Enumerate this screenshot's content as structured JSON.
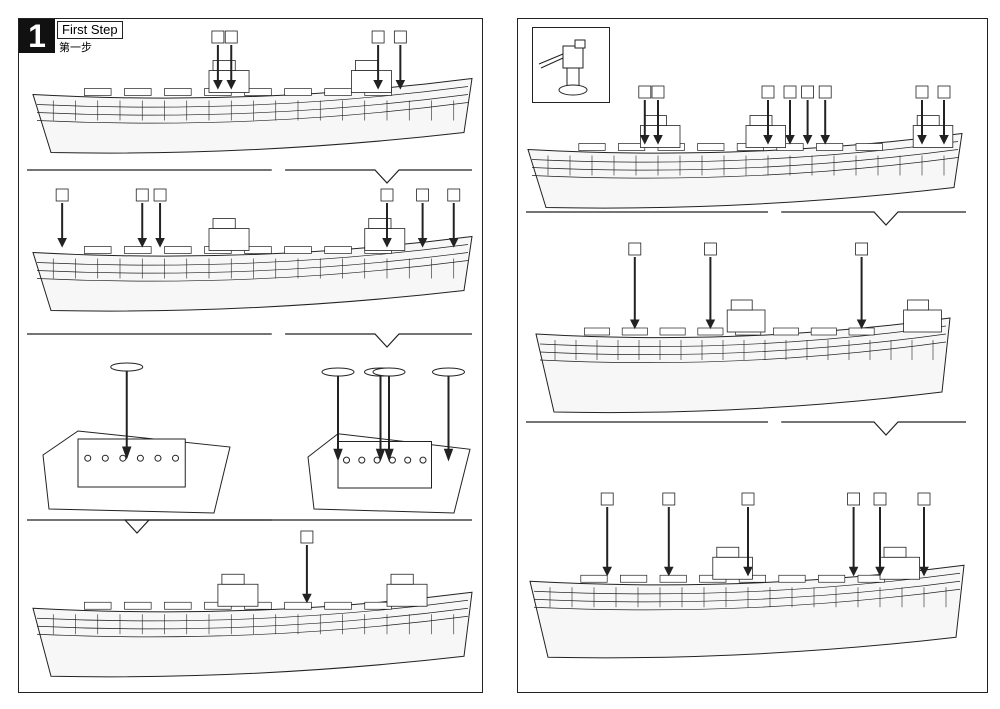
{
  "step": {
    "number": "1",
    "title": "First Step",
    "subtitle": "第一步"
  },
  "colors": {
    "line": "#222222",
    "hull": "#f7f7f7"
  },
  "icons": {
    "arrow": "arrow-down-icon",
    "notch": "chevron-down-icon"
  }
}
